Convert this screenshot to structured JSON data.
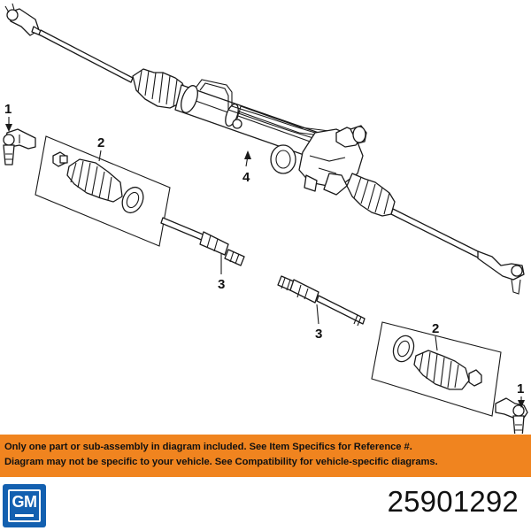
{
  "callouts": {
    "label_1_left": "1",
    "label_2_left": "2",
    "label_4": "4",
    "label_3_left": "3",
    "label_3_right": "3",
    "label_2_right": "2",
    "label_1_right": "1"
  },
  "notice": {
    "line1": "Only one part or sub-assembly in diagram included. See Item Specifics for Reference #.",
    "line2": "Diagram may not be specific to your vehicle. See Compatibility for vehicle-specific diagrams.",
    "background_color": "#f0841f"
  },
  "brand": {
    "logo_text": "GM",
    "logo_color": "#1360b0"
  },
  "part_number": "25901292"
}
